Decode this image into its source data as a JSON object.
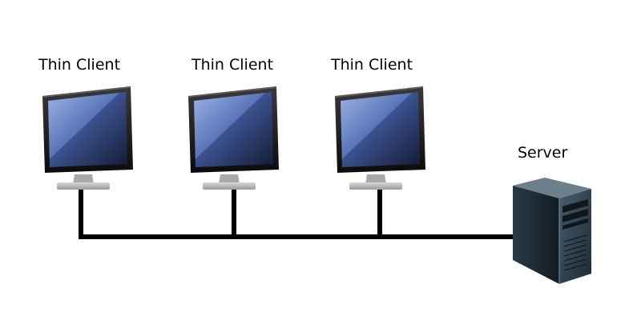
{
  "diagram": {
    "clients": [
      {
        "label": "Thin Client"
      },
      {
        "label": "Thin Client"
      },
      {
        "label": "Thin Client"
      }
    ],
    "server": {
      "label": "Server"
    }
  },
  "icons": {
    "client": "monitor-icon",
    "server": "server-tower-icon"
  },
  "colors": {
    "cable": "#000000",
    "screen_light": "#8fa9de",
    "screen_dark": "#1b2644",
    "bezel": "#151515",
    "stand": "#b9b9b9",
    "server_body": "#2a3a47"
  }
}
